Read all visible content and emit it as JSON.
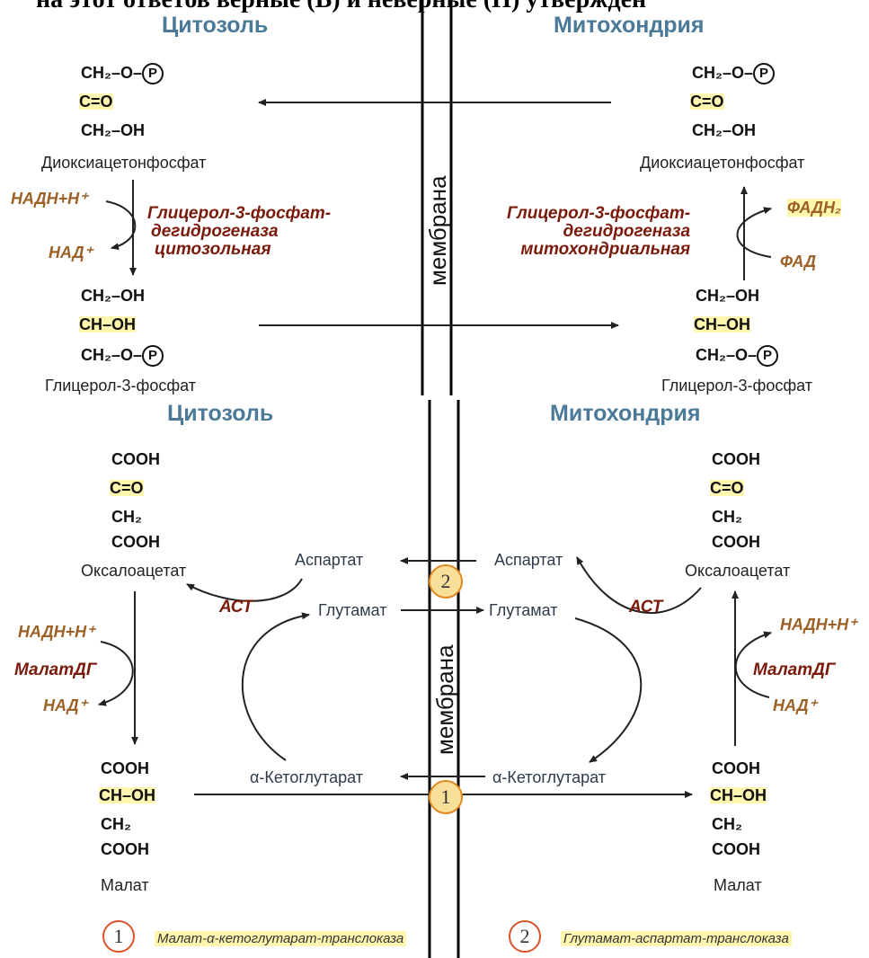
{
  "header_cut_text": "на этот ответов верные (В) и неверные (Н) утвержден",
  "glycerol_phosphate_shuttle": {
    "cytosol_label": "Цитозоль",
    "mito_label": "Митохондрия",
    "membrane_label": "мембрана",
    "dhap_name": "Диоксиацетонфосфат",
    "g3p_name": "Глицерол-3-фосфат",
    "formula": {
      "ch2_o": "CH₂–O–",
      "p": "P",
      "c_o": "C=O",
      "ch2_oh": "CH₂–OH",
      "ch_oh": "CH–OH"
    },
    "cyto_enzyme": [
      "Глицерол-3-фосфат-",
      "дегидрогеназа",
      "цитозольная"
    ],
    "mito_enzyme": [
      "Глицерол-3-фосфат-",
      "дегидрогеназа",
      "митохондриальная"
    ],
    "nadh": "НАДН+Н⁺",
    "nad": "НАД⁺",
    "fadh2": "ФАДН₂",
    "fad": "ФАД"
  },
  "malate_aspartate_shuttle": {
    "cytosol_label": "Цитозоль",
    "mito_label": "Митохондрия",
    "membrane_label": "мембрана",
    "cooh": "COOH",
    "c_o": "C=O",
    "ch2": "CH₂",
    "ch_oh": "CH–OH",
    "oxaloacetate": "Оксалоацетат",
    "malate": "Малат",
    "aspartate": "Аспартат",
    "glutamate": "Глутамат",
    "ketoglutarate": "α-Кетоглутарат",
    "ast": "АСТ",
    "malate_dh": "МалатДГ",
    "nadh": "НАДН+Н⁺",
    "nad": "НАД⁺",
    "badge_1": "1",
    "badge_2": "2"
  },
  "legend": [
    {
      "number": "1",
      "text": "Малат-α-кетоглутарат-транслоказа"
    },
    {
      "number": "2",
      "text": "Глутамат-аспартат-транслоказа"
    }
  ]
}
